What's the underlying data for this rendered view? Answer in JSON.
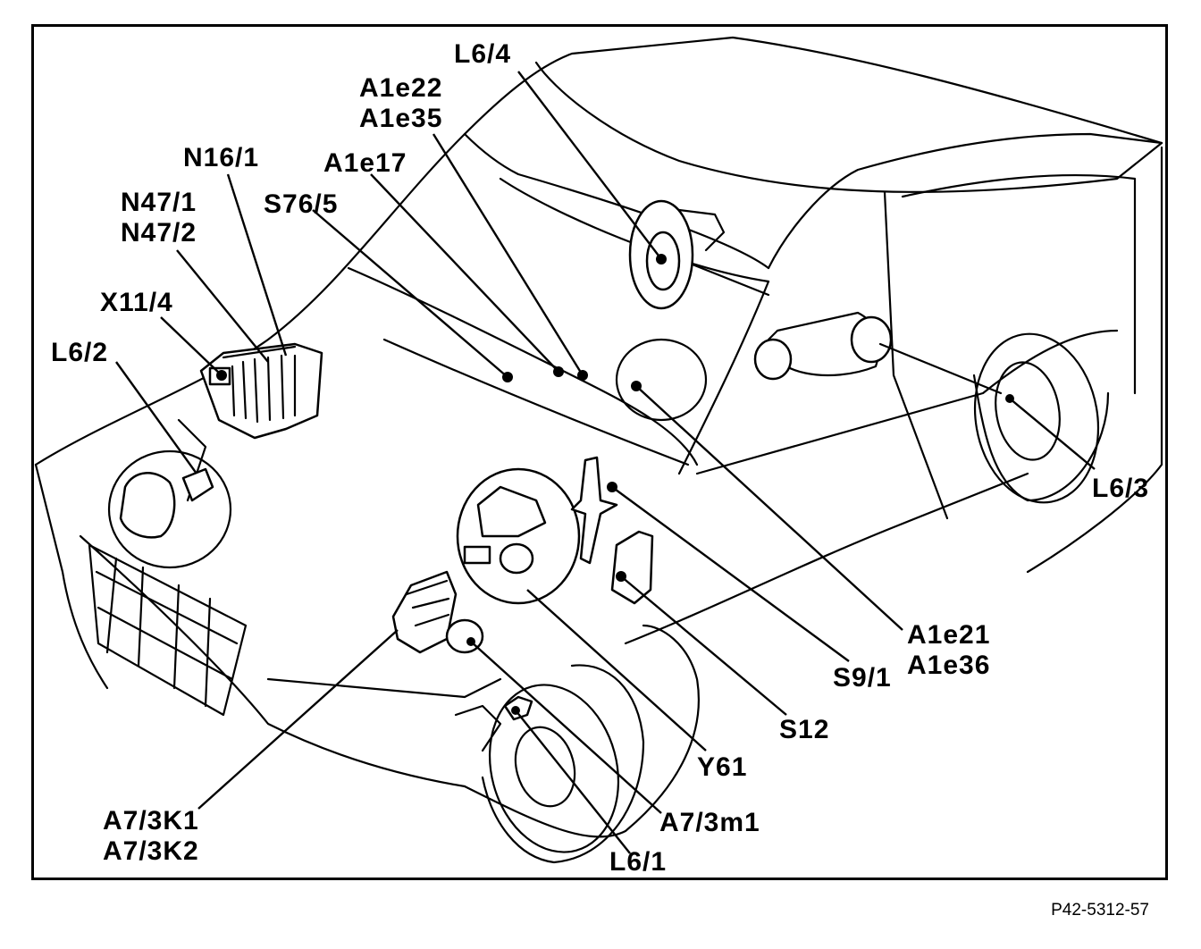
{
  "reference_code": "P42-5312-57",
  "labels": {
    "l6_4": "L6/4",
    "a1e22": "A1e22",
    "a1e35": "A1e35",
    "n16_1": "N16/1",
    "a1e17": "A1e17",
    "n47_1": "N47/1",
    "n47_2": "N47/2",
    "s76_5": "S76/5",
    "x11_4": "X11/4",
    "l6_2": "L6/2",
    "l6_3": "L6/3",
    "a1e21": "A1e21",
    "a1e36": "A1e36",
    "s9_1": "S9/1",
    "s12": "S12",
    "y61": "Y61",
    "a7_3k1": "A7/3K1",
    "a7_3k2": "A7/3K2",
    "a7_3m1": "A7/3m1",
    "l6_1": "L6/1"
  }
}
